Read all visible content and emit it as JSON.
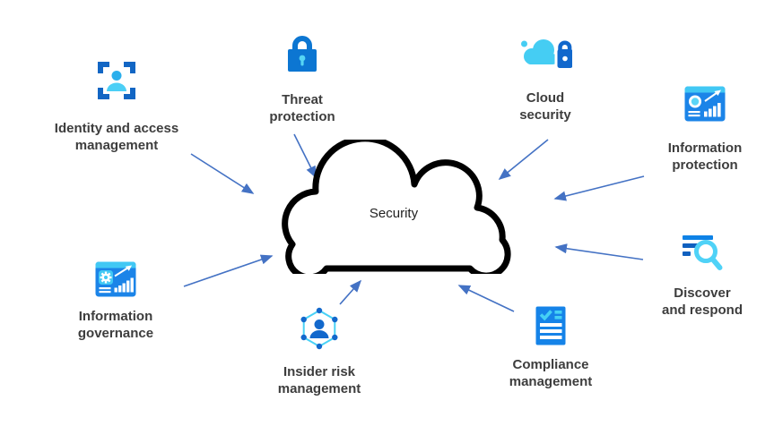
{
  "center": {
    "label": "Security"
  },
  "nodes": [
    {
      "id": "identity-and-access-management",
      "line1": "Identity and access",
      "line2": "management",
      "icon": "identity-frame-icon"
    },
    {
      "id": "threat-protection",
      "line1": "Threat",
      "line2": "protection",
      "icon": "lock-icon"
    },
    {
      "id": "cloud-security",
      "line1": "Cloud",
      "line2": "security",
      "icon": "cloud-lock-icon"
    },
    {
      "id": "information-protection",
      "line1": "Information",
      "line2": "protection",
      "icon": "dashboard-chart-icon"
    },
    {
      "id": "discover-and-respond",
      "line1": "Discover",
      "line2": "and respond",
      "icon": "search-filter-icon"
    },
    {
      "id": "compliance-management",
      "line1": "Compliance",
      "line2": "management",
      "icon": "checklist-icon"
    },
    {
      "id": "insider-risk-management",
      "line1": "Insider risk",
      "line2": "management",
      "icon": "person-network-icon"
    },
    {
      "id": "information-governance",
      "line1": "Information",
      "line2": "governance",
      "icon": "dashboard-gear-icon"
    }
  ],
  "colors": {
    "arrow": "#4472C4",
    "icon_blue": "#1268CC",
    "icon_mid_blue": "#0E82E6",
    "icon_cyan": "#45CDF3",
    "cloud_outline": "#000000",
    "cloud_fill": "#FFFFFF",
    "label_text": "#3D3D3D"
  }
}
